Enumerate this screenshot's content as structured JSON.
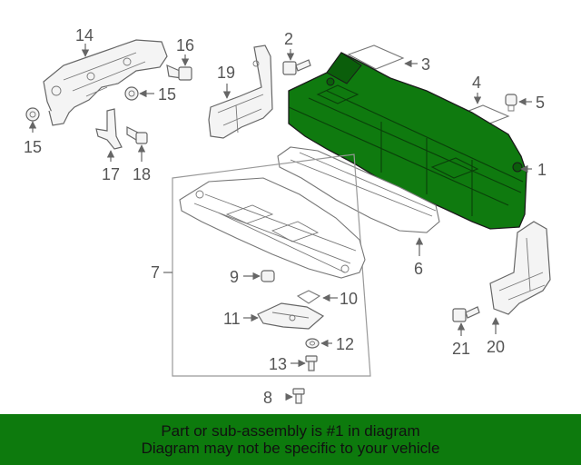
{
  "diagram": {
    "callouts": [
      "1",
      "2",
      "3",
      "4",
      "5",
      "6",
      "7",
      "8",
      "9",
      "10",
      "11",
      "12",
      "13",
      "14",
      "15",
      "15",
      "16",
      "17",
      "18",
      "19",
      "20",
      "21"
    ],
    "highlighted_part": "1"
  },
  "banner": {
    "line1": "Part or sub-assembly is #1 in diagram",
    "line2": "Diagram may not be specific to your vehicle"
  },
  "colors": {
    "banner_background": "#0d7a0d",
    "highlight_part": "#0f7a0f",
    "line_art": "#666666"
  }
}
